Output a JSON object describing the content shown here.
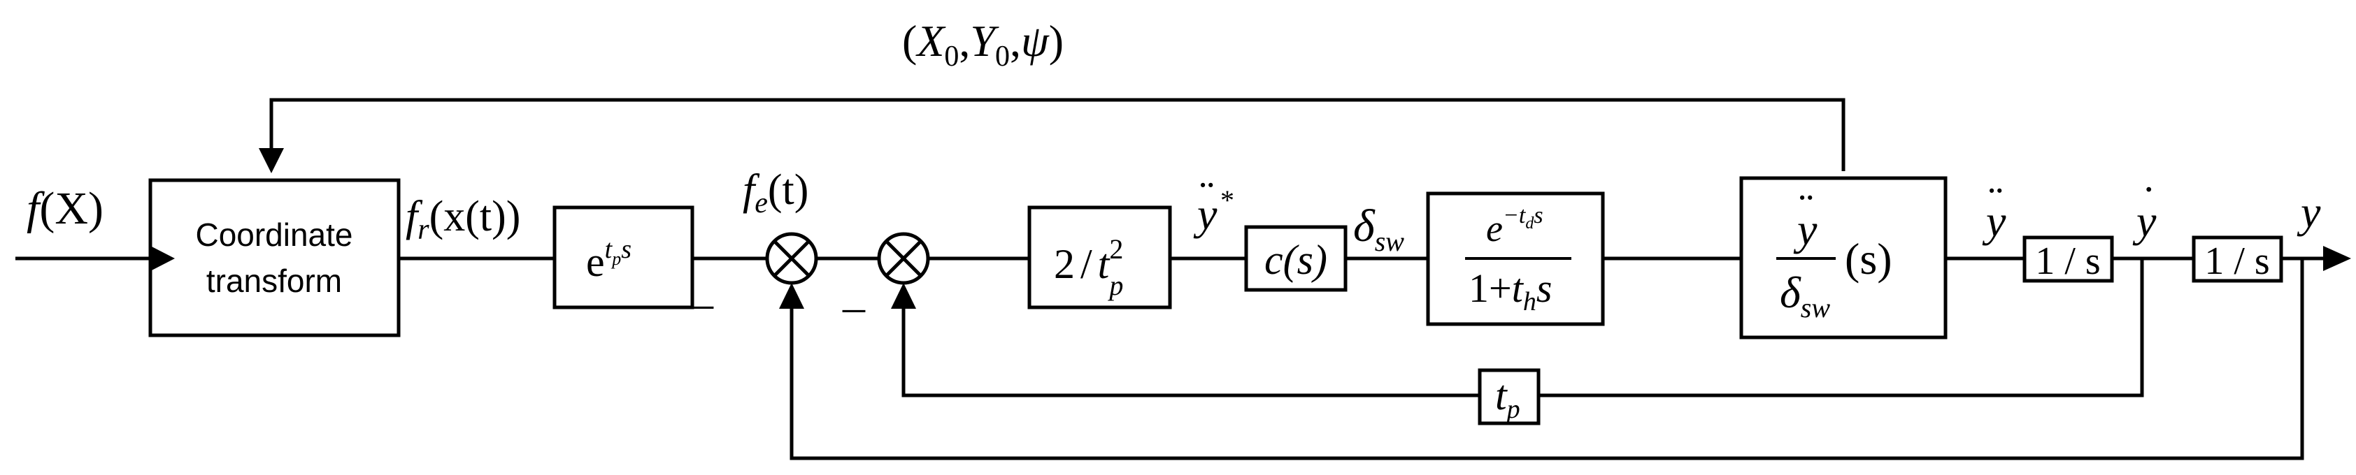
{
  "feedback_top_label": {
    "open": "(",
    "X": "X",
    "X_sub": "0",
    "c1": ",",
    "Y": "Y",
    "Y_sub": "0",
    "c2": ",",
    "psi": "ψ",
    "close": ")"
  },
  "input_label": {
    "f": "f",
    "arg": "(X)"
  },
  "coord_block": {
    "line1": "Coordinate",
    "line2": "transform"
  },
  "fr_label": {
    "f": "f",
    "sub": "r",
    "arg": "(x(t))"
  },
  "delay_block": {
    "e": "e",
    "t": "t",
    "t_sub": "p",
    "s": "s"
  },
  "fe_label": {
    "f": "f",
    "sub": "e",
    "arg": "(t)"
  },
  "minus_sign": "–",
  "gain_block": {
    "num": "2",
    "slash": "/",
    "t": "t",
    "t_sup": "2",
    "t_sub": "p"
  },
  "ystar_label": {
    "y": "y",
    "dots": "¨",
    "sup": "*"
  },
  "cs_block": {
    "text": "c(s)"
  },
  "delta_label": {
    "d": "δ",
    "sub": "sw"
  },
  "steer_block": {
    "num_e": "e",
    "num_sup": "−t",
    "num_sup_sub": "d",
    "num_sup_s": "s",
    "den_1": "1+",
    "den_t": "t",
    "den_sub": "h",
    "den_s": "s"
  },
  "vehicle_block": {
    "num_y": "y",
    "num_dots": "¨",
    "den_d": "δ",
    "den_sub": "sw",
    "arg": "(s)"
  },
  "yddot_label": {
    "y": "y",
    "dots": "¨"
  },
  "int1_block": {
    "text": "1 / s"
  },
  "ydot_label": {
    "y": "y",
    "dot": "˙"
  },
  "int2_block": {
    "text": "1 / s"
  },
  "y_label": {
    "y": "y"
  },
  "tp_block": {
    "t": "t",
    "sub": "p"
  }
}
